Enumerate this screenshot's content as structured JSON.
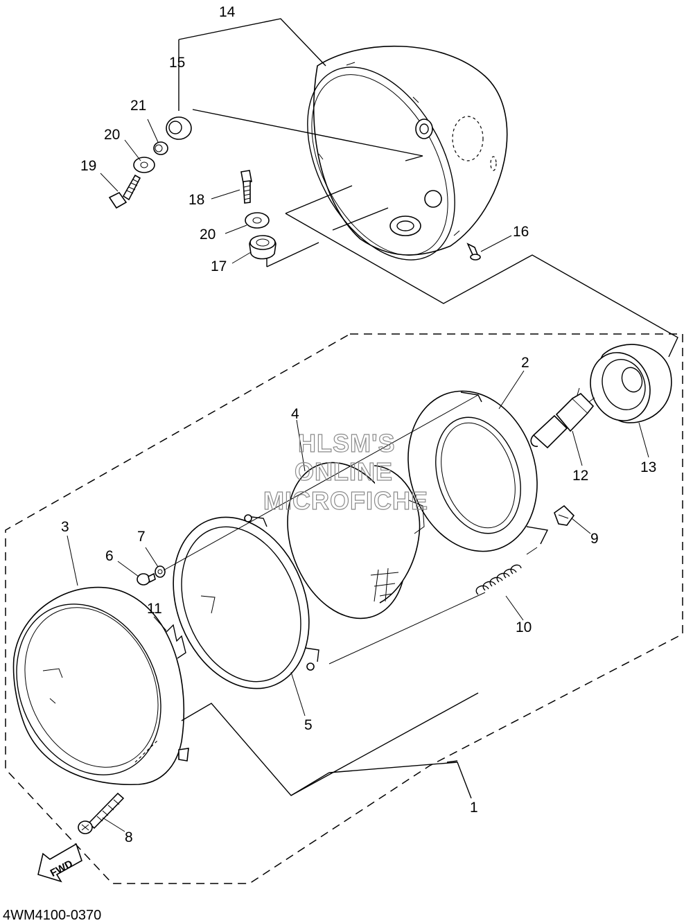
{
  "diagram": {
    "watermark": [
      "HLSM'S",
      "ONLINE",
      "MICROFICHE"
    ],
    "drawing_code": "4WM4100-0370",
    "direction_label": "FWD",
    "callouts": {
      "c1": "1",
      "c2": "2",
      "c3": "3",
      "c4": "4",
      "c5": "5",
      "c6": "6",
      "c7": "7",
      "c8": "8",
      "c9": "9",
      "c10": "10",
      "c11": "11",
      "c12": "12",
      "c13": "13",
      "c14": "14",
      "c15": "15",
      "c16": "16",
      "c17": "17",
      "c18": "18",
      "c19": "19",
      "c20a": "20",
      "c20b": "20",
      "c21": "21"
    }
  }
}
